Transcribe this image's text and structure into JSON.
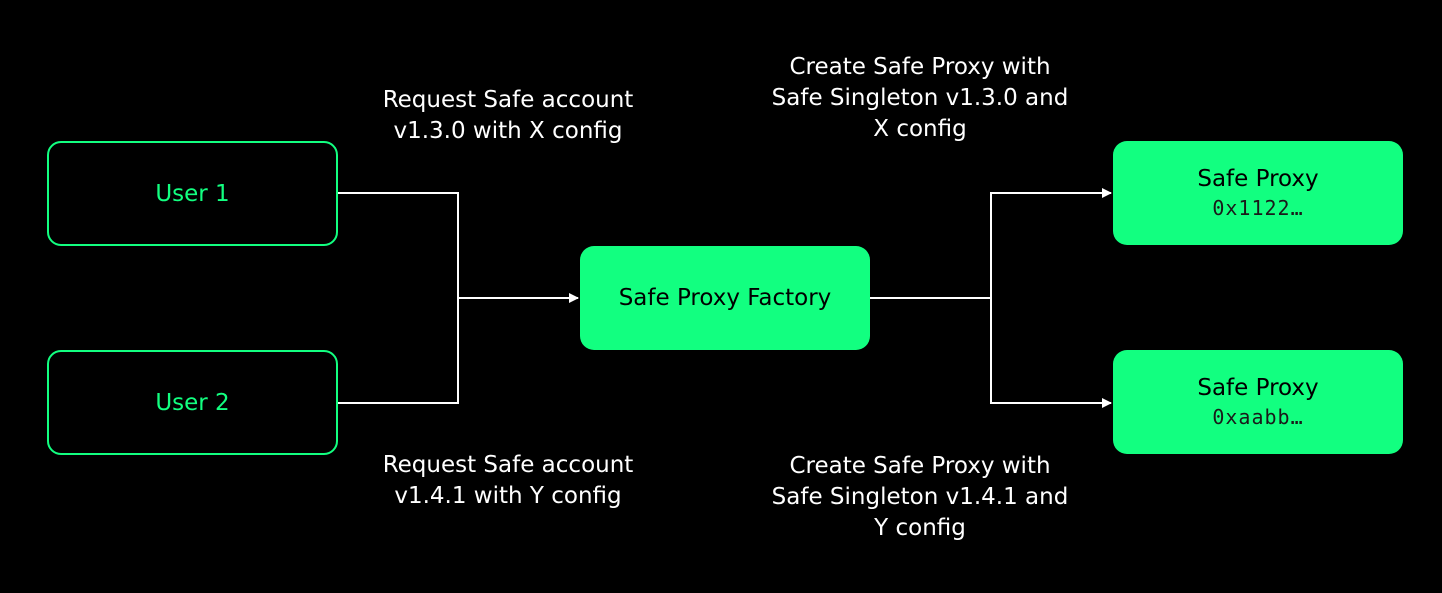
{
  "colors": {
    "background": "#000000",
    "accent_green": "#12ff80",
    "connector": "#ffffff"
  },
  "nodes": {
    "user1": {
      "label": "User 1"
    },
    "user2": {
      "label": "User 2"
    },
    "factory": {
      "label": "Safe Proxy Factory"
    },
    "proxy1": {
      "label": "Safe Proxy",
      "address": "0x1122…"
    },
    "proxy2": {
      "label": "Safe Proxy",
      "address": "0xaabb…"
    }
  },
  "captions": {
    "request_x": "Request Safe account\nv1.3.0 with X config",
    "request_y": "Request Safe account\nv1.4.1 with Y config",
    "create_x": "Create Safe Proxy with\nSafe Singleton v1.3.0 and\nX config",
    "create_y": "Create Safe Proxy with\nSafe Singleton v1.4.1 and\nY config"
  }
}
